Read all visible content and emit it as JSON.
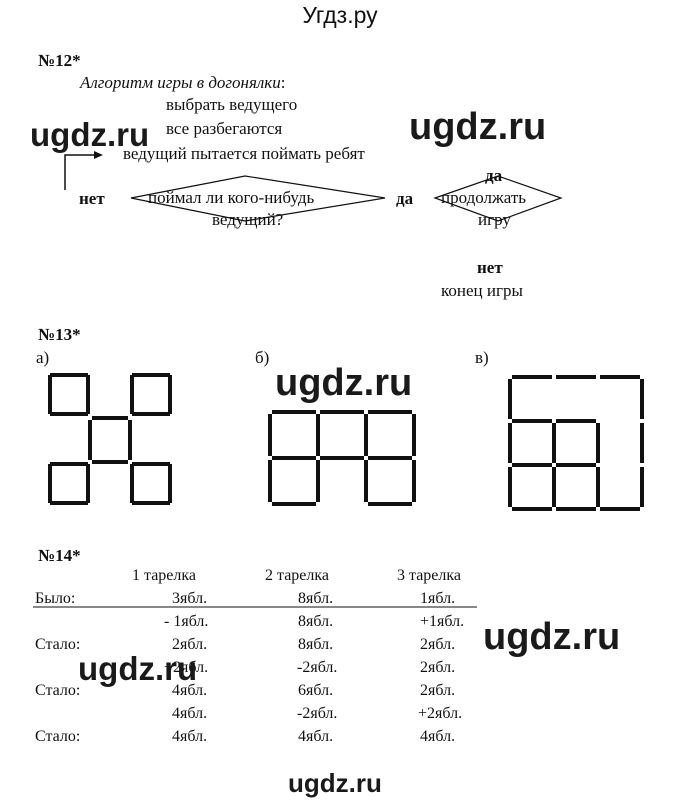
{
  "header": {
    "site_title": "Угдз.ру"
  },
  "watermarks": [
    "ugdz.ru",
    "ugdz.ru",
    "ugdz.ru",
    "ugdz.ru",
    "ugdz.ru",
    "ugdz.ru"
  ],
  "task12": {
    "number": "№12*",
    "title": "Алгоритм игры в догонялки",
    "title_colon": ":",
    "steps": [
      "выбрать ведущего",
      "все разбегаются",
      "ведущий пытается поймать ребят"
    ],
    "label_no_left": "нет",
    "diamond1": [
      "поймал ли кого-нибудь",
      "ведущий?"
    ],
    "label_yes_mid": "да",
    "label_yes_top": "да",
    "diamond2": [
      "продолжать",
      "игру"
    ],
    "label_no_bottom": "нет",
    "end": "конец игры"
  },
  "task13": {
    "number": "№13*",
    "labels": [
      "а)",
      "б)",
      "в)"
    ]
  },
  "task14": {
    "number": "№14*",
    "columns": [
      "1 тарелка",
      "2 тарелка",
      "3 тарелка"
    ],
    "rows": [
      {
        "label": "Было:",
        "c1": "3ябл.",
        "c2": "8ябл.",
        "c3": "1ябл."
      },
      {
        "label": "",
        "c1": "- 1ябл.",
        "c2": "8ябл.",
        "c3": "+1ябл."
      },
      {
        "label": "Стало:",
        "c1": "2ябл.",
        "c2": "8ябл.",
        "c3": "2ябл."
      },
      {
        "label": "",
        "c1": "+2ябл.",
        "c2": "-2ябл.",
        "c3": "2ябл."
      },
      {
        "label": "Стало:",
        "c1": "4ябл.",
        "c2": "6ябл.",
        "c3": "2ябл."
      },
      {
        "label": "",
        "c1": "4ябл.",
        "c2": "-2ябл.",
        "c3": "+2ябл."
      },
      {
        "label": "Стало:",
        "c1": "4ябл.",
        "c2": "4ябл.",
        "c3": "4ябл."
      }
    ]
  }
}
